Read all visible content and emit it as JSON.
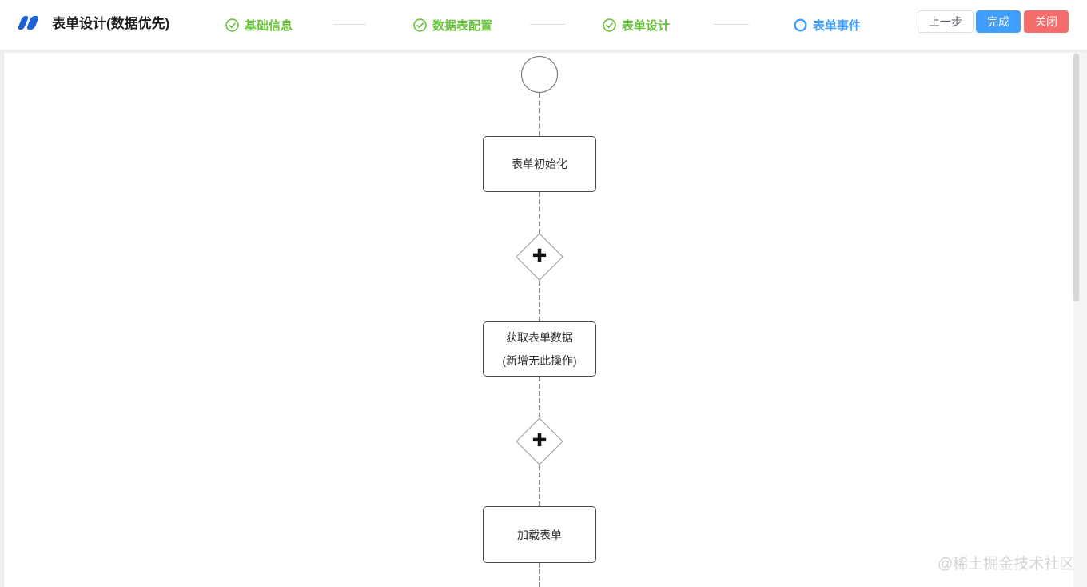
{
  "app": {
    "title": "表单设计(数据优先)"
  },
  "stepper": {
    "steps": [
      {
        "label": "基础信息",
        "status": "completed"
      },
      {
        "label": "数据表配置",
        "status": "completed"
      },
      {
        "label": "表单设计",
        "status": "completed"
      },
      {
        "label": "表单事件",
        "status": "active"
      }
    ]
  },
  "toolbar": {
    "prev_label": "上一步",
    "finish_label": "完成",
    "close_label": "关闭"
  },
  "flow": {
    "nodes": [
      {
        "type": "start"
      },
      {
        "type": "task",
        "label": "表单初始化"
      },
      {
        "type": "add"
      },
      {
        "type": "task",
        "label": "获取表单数据",
        "sublabel": "(新增无此操作)"
      },
      {
        "type": "add"
      },
      {
        "type": "task",
        "label": "加载表单"
      }
    ],
    "add_symbol": "+"
  },
  "watermark": "@稀土掘金技术社区",
  "colors": {
    "step_completed": "#67C23A",
    "step_active": "#409EFF",
    "finish_button": "#409EFF",
    "close_button": "#F56C6C",
    "logo_blue": "#1E63D6"
  }
}
